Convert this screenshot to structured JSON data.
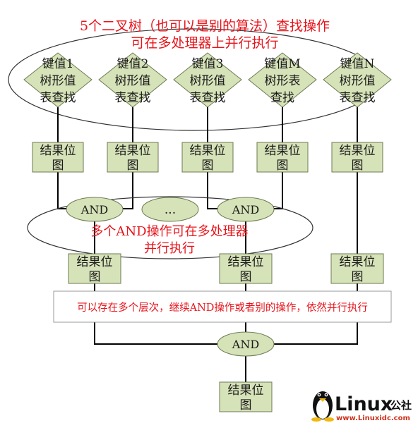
{
  "top_note": {
    "line1": "5个二叉树（也可以是别的算法）查找操作",
    "line2": "可在多处理器上并行执行"
  },
  "search_nodes": [
    {
      "line1": "键值1",
      "line2": "树形值",
      "line3": "表查找"
    },
    {
      "line1": "键值2",
      "line2": "树形值",
      "line3": "表查找"
    },
    {
      "line1": "键值3",
      "line2": "树形值",
      "line3": "表查找"
    },
    {
      "line1": "键值M",
      "line2": "树形表",
      "line3": "查找"
    },
    {
      "line1": "键值N",
      "line2": "树形值",
      "line3": "表查找"
    }
  ],
  "result_bitmap": {
    "line1": "结果位",
    "line2": "图"
  },
  "and_label": "AND",
  "ellipsis_label": "...",
  "mid_note": {
    "line1": "多个AND操作可在多处理器",
    "line2": "并行执行"
  },
  "level_note": "可以存在多个层次，继续AND操作或者别的操作，依然并行执行",
  "watermark": {
    "brand": "Linux",
    "suffix": "公社",
    "url": "www.Linuxidc.com"
  },
  "colors": {
    "red_text": "#e8141b",
    "node_fill": "#d6e2b8",
    "node_stroke": "#6d7a52",
    "wire": "#000000"
  }
}
